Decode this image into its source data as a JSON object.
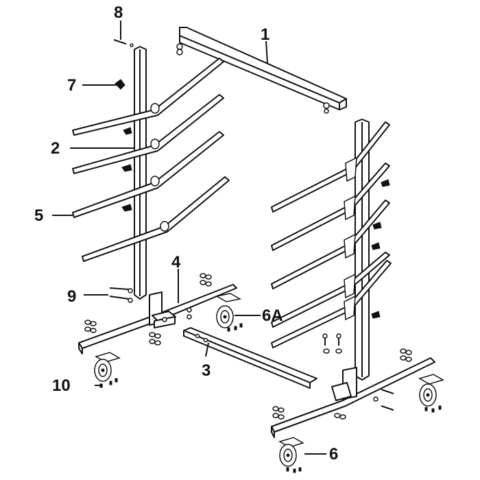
{
  "callouts": [
    {
      "id": "c1",
      "text": "1"
    },
    {
      "id": "c2",
      "text": "2"
    },
    {
      "id": "c3",
      "text": "3"
    },
    {
      "id": "c4",
      "text": "4"
    },
    {
      "id": "c5",
      "text": "5"
    },
    {
      "id": "c6",
      "text": "6"
    },
    {
      "id": "c6a",
      "text": "6A"
    },
    {
      "id": "c7",
      "text": "7"
    },
    {
      "id": "c8",
      "text": "8"
    },
    {
      "id": "c9",
      "text": "9"
    },
    {
      "id": "c10",
      "text": "10"
    }
  ],
  "colors": {
    "ink": "#111111",
    "paper": "#ffffff"
  }
}
